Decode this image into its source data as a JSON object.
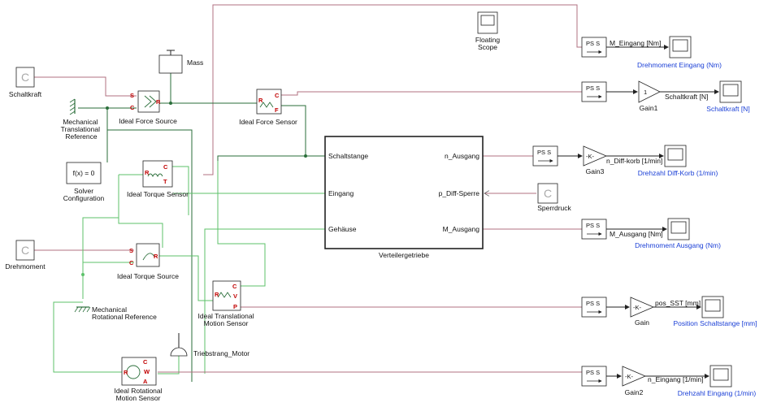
{
  "diagram": {
    "blocks": {
      "schaltkraft_src": "Schaltkraft",
      "mech_trans_ref": "Mechanical\nTranslational\nReference",
      "ideal_force_source": "Ideal Force Source",
      "mass": "Mass",
      "ideal_force_sensor": "Ideal Force Sensor",
      "solver_config": "Solver\nConfiguration",
      "solver_fx": "f(x) = 0",
      "ideal_torque_sensor": "Ideal Torque Sensor",
      "drehmoment_src": "Drehmoment",
      "ideal_torque_source": "Ideal Torque Source",
      "mech_rot_ref": "Mechanical\nRotational Reference",
      "ideal_trans_motion_sensor": "Ideal Translational\nMotion Sensor",
      "triebstrang_motor": "Triebstrang_Motor",
      "ideal_rot_motion_sensor": "Ideal Rotational\nMotion Sensor",
      "verteilergetriebe": "Verteilergetriebe",
      "floating_scope": "Floating\nScope",
      "sperrdruck": "Sperrdruck",
      "gain1": "Gain1",
      "gain3": "Gain3",
      "gain": "Gain",
      "gain2": "Gain2",
      "gain1_value": "1",
      "gain_k": "-K-"
    },
    "subsystem_ports": {
      "in": [
        "Schaltstange",
        "Eingang",
        "Gehäuse"
      ],
      "out": [
        "n_Ausgang",
        "p_Diff-Sperre",
        "M_Ausgang"
      ]
    },
    "ps_converter": "PS  S",
    "signals": {
      "m_eingang": "M_Eingang [Nm]",
      "schaltkraft": "Schaltkraft [N]",
      "n_diff": "n_Diff-korb [1/min]",
      "m_ausgang": "M_Ausgang [Nm]",
      "pos_sst": "pos_SST [mm]",
      "n_eingang": "n_Eingang [1/min]"
    },
    "scopes": {
      "drehmoment_eingang": "Drehmoment Eingang (Nm)",
      "schaltkraft": "Schaltkraft [N]",
      "drehzahl_diff": "Drehzahl Diff-Korb (1/min)",
      "drehmoment_ausgang": "Drehmoment Ausgang (Nm)",
      "position": "Position Schaltstange [mm]",
      "drehzahl_eingang": "Drehzahl Eingang (1/min)"
    },
    "port_letters": {
      "S": "S",
      "R": "R",
      "C": "C",
      "F": "F",
      "T": "T",
      "W": "W",
      "A": "A",
      "V": "V",
      "P": "P"
    }
  },
  "colors": {
    "physical_wire": "#5cc26a",
    "signal_wire": "#b07080",
    "scope_label": "#1a3fd6",
    "port_letter": "#c00000"
  }
}
